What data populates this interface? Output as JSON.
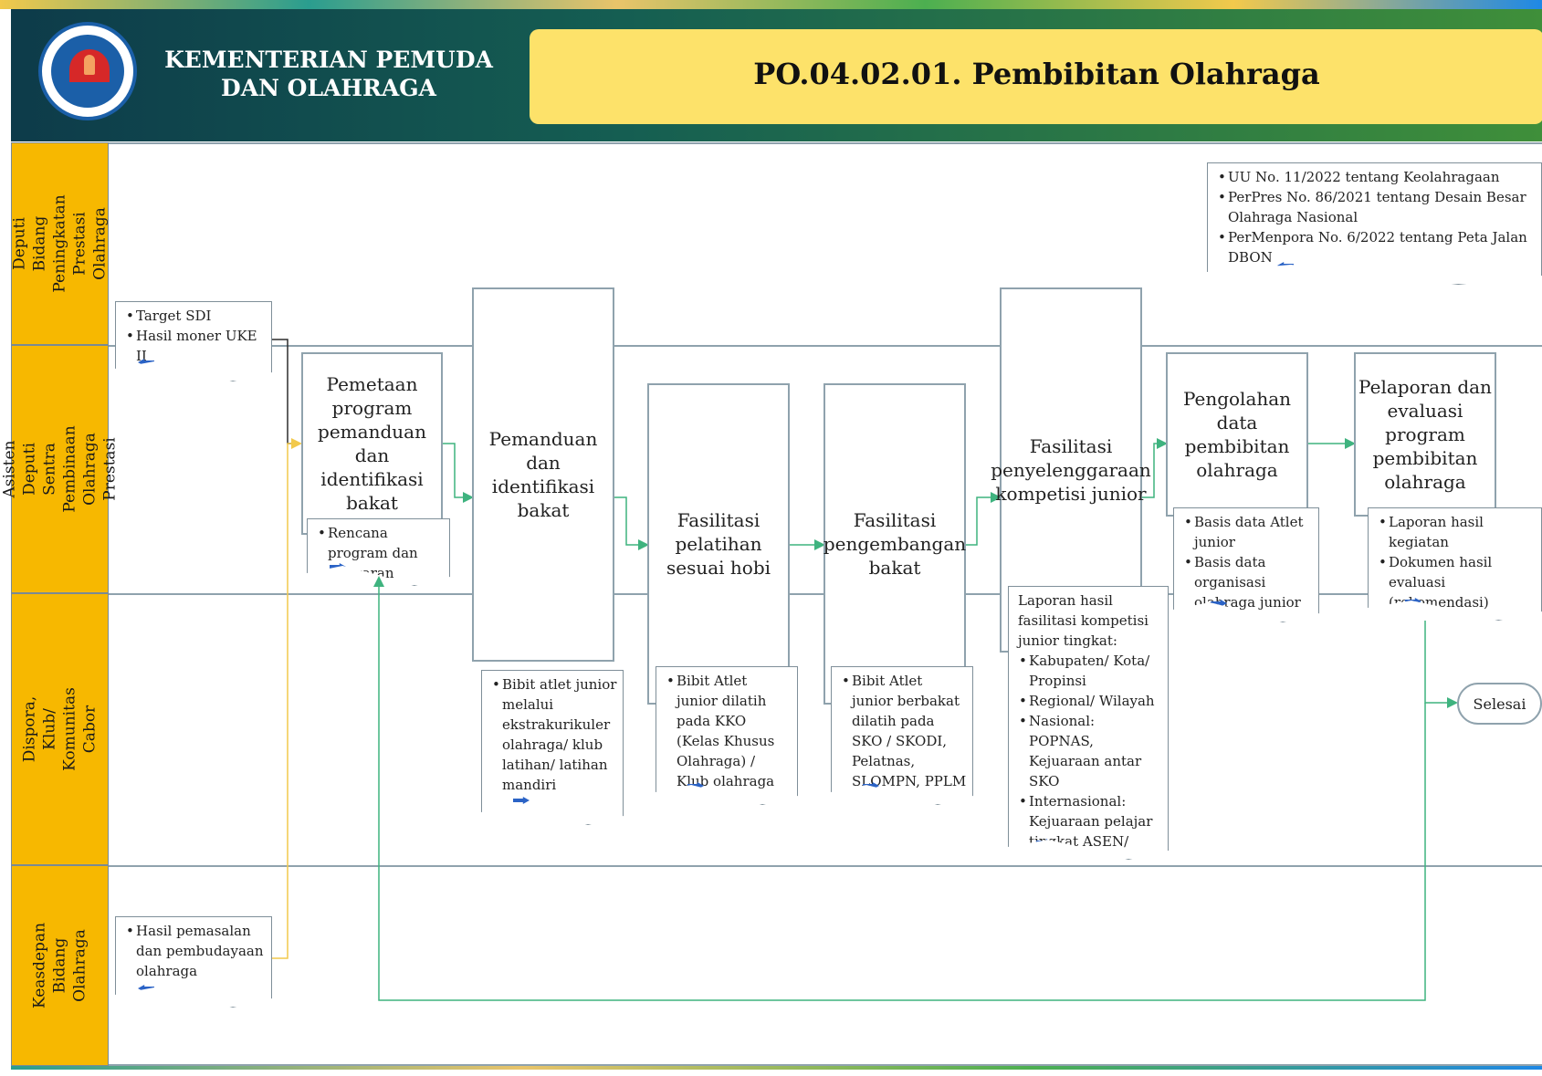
{
  "header": {
    "org_name": "KEMENTERIAN PEMUDA DAN OLAHRAGA",
    "title": "PO.04.02.01.  Pembibitan Olahraga"
  },
  "lanes": [
    "Deputi Bidang Peningkatan Prestasi Olahraga",
    "Asisten Deputi Sentra Pembinaan Olahraga Prestasi",
    "Dispora, Klub/ Komunitas Cabor",
    "Keasdepan Bidang Olahraga"
  ],
  "process": {
    "p1": "Pemetaan program pemanduan dan identifikasi bakat",
    "p2": "Pemanduan dan identifikasi bakat",
    "p3": "Fasilitasi pelatihan sesuai hobi",
    "p4": "Fasilitasi pengembangan bakat",
    "p5": "Fasilitasi penyelenggaraan kompetisi junior",
    "p6": "Pengolahan data pembibitan olahraga",
    "p7": "Pelaporan dan evaluasi program pembibitan olahraga",
    "end": "Selesai"
  },
  "documents": {
    "regulations": [
      "UU No. 11/2022 tentang Keolahragaan",
      "PerPres No. 86/2021 tentang Desain Besar Olahraga Nasional",
      "PerMenpora No. 6/2022 tentang Peta Jalan DBON"
    ],
    "input_deputi": [
      "Target SDI",
      "Hasil moner UKE II"
    ],
    "input_keasdepan": [
      "Hasil pemasalan dan pembudayaan olahraga"
    ],
    "out_p1": [
      "Rencana program dan anggaran"
    ],
    "out_p2": [
      "Bibit atlet junior melalui ekstrakurikuler olahraga/ klub latihan/ latihan mandiri"
    ],
    "out_p3": [
      "Bibit Atlet junior dilatih pada KKO (Kelas Khusus Olahraga) / Klub olahraga tertentu"
    ],
    "out_p4": [
      "Bibit Atlet junior berbakat dilatih pada SKO / SKODI, Pelatnas, SLOMPN, PPLM"
    ],
    "out_p5_title": "Laporan hasil fasilitasi kompetisi junior tingkat:",
    "out_p5": [
      "Kabupaten/ Kota/ Propinsi",
      "Regional/ Wilayah",
      "Nasional: POPNAS, Kejuaraan antar SKO",
      "Internasional: Kejuaraan pelajar tingkat ASEN/ ASIA"
    ],
    "out_p6": [
      "Basis data Atlet junior",
      "Basis data organisasi olahraga junior"
    ],
    "out_p7": [
      "Laporan hasil kegiatan",
      "Dokumen hasil evaluasi (rekomendasi)"
    ]
  },
  "colors": {
    "lane_header": "#f7b800",
    "title_box": "#fde26a",
    "connector": "#3fb37f",
    "connector_input": "#f2c94c",
    "border": "#8fa2ad",
    "doc_arrow": "#2b63c6"
  }
}
